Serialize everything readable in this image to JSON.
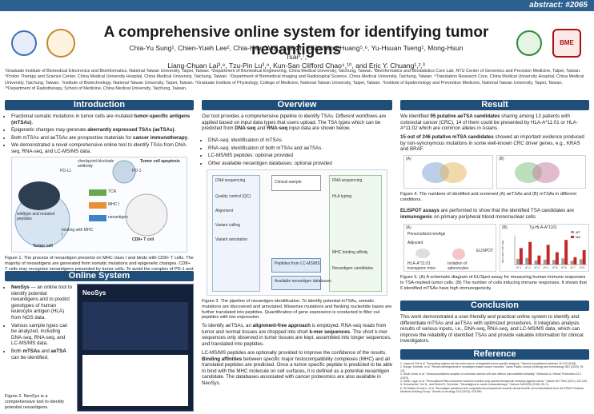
{
  "header": {
    "abstract_tag": "abstract: #2065",
    "title": "A comprehensive online system for identifying tumor neoantigens",
    "authors_line1": "Chia-Yu Sung¹, Chien-Yueh Lee², Chia-Hsin Wu³,⁴, Kevin Chih-Yang Huang⁵,⁶, Yu-Hsuan Tseng¹, Mong-Hsun Tsai³,⁷,",
    "authors_line2": "Liang-Chuan Lai³,⁸, Tzu-Pin Lu³,⁹, Kun-San Clifford Chao⁴,¹⁰, and Eric Y. Chuang¹,²,³",
    "affiliations": "¹Graduate Institute of Biomedical Electronics and Bioinformatics, National Taiwan University, Taipei, Taiwan. ²Department of Biomedical Engineering, China Medical University, Taichung, Taiwan. ³Bioinformatics and Biostatistics Core Lab, NTU Center of Genomics and Precision Medicine, Taipei, Taiwan. ⁴Proton Therapy and Science Center, China Medical University Hospital, China Medical University, Taichung, Taiwan. ⁵Department of Biomedical Imaging and Radiological Science, China Medical University, Taichung, Taiwan. ⁶Translation Research Core, China Medical University Hospital, China Medical University, Taichung, Taiwan. ⁷Institute of Biotechnology, National Taiwan University, Taipei, Taiwan. ⁸Graduate Institute of Physiology, College of Medicine, National Taiwan University, Taipei, Taiwan. ⁹Institute of Epidemiology and Preventive Medicine, National Taiwan University, Taipei, Taiwan. ¹⁰Department of Radiotherapy, School of Medicine, China Medical University, Taichung, Taiwan."
  },
  "logos": {
    "right2_text": "BME"
  },
  "intro": {
    "heading": "Introduction",
    "b1_pre": "Fractional somatic mutations in tumor cells are mutated ",
    "b1_bold": "tumor-specific antigens (mTSAs)",
    "b1_post": ".",
    "b2_pre": "Epigenetic changes may generate ",
    "b2_bold": "aberrantly expressed TSAs (aeTSAs)",
    "b2_post": ".",
    "b3_pre": "Both mTSAs and aeTSAs are prospective materials for ",
    "b3_bold": "cancer immunotherapy",
    "b3_post": ".",
    "b4": "We demonstrated a novel comprehensive online tool to identify TSAs from DNA-seq, RNA-seq, and LC-MS/MS data.",
    "fig_labels": [
      "PD-L1",
      "PD-1",
      "TCR",
      "MHC I",
      "neoantigen",
      "CD8+ T cell",
      "wildtype and mutated peptides",
      "binding with MHC I",
      "Tumor cell",
      "Tumor cell apoptosis",
      "checkpoint blockade antibody"
    ],
    "caption": "Figure 1. The process of neoantigen presents on MHC class I and binds with CD8+ T cells. The majority of neoantigens are generated from somatic mutations and epigenetic changes. CD8+ T cells may recognize neoantigens presented by tumor cells. To avoid the complex of PD-1 and PD-L1 inhibiting T cell-mediated immune responses against tumors, checkpoint blockade antibodies can be used to block inhibitory signals and boost the immune system."
  },
  "online": {
    "heading": "Online System",
    "b1_bold": "NeoSys",
    "b1_post": " — an online tool to identify potential neoantigens and to predict genotypes of human leukocyte antigen (HLA) from NGS data.",
    "b2": "Various sample types can be analyzed, including DNA-seq, RNA-seq, and LC-MS/MS data.",
    "b3_pre": "Both ",
    "b3_bold": "mTSAs",
    "b3_mid": " and ",
    "b3_bold2": "aeTSA",
    "b3_post": " can be identified.",
    "screenshot_logo": "NeoSys",
    "caption": "Figure 2. NeoSys is a comprehensive tool to identify potential neoantigens."
  },
  "overview": {
    "heading": "Overview",
    "p1_pre": "Our tool provides a comprehensive pipeline to identify TSAs. Different workflows are applied based on input data types that users upload. The TSA types which can be predicted from ",
    "p1_bold": "DNA-seq",
    "p1_mid": " and ",
    "p1_bold2": "RNA-seq",
    "p1_post": " input data are shown below.",
    "items": [
      "DNA-seq: identification of mTSAs",
      "RNA-seq: identification of both mTSAs and aeTSAs.",
      "LC-MS/MS peptides: optional provided",
      "Other available neoantigen databases: optional provided"
    ],
    "pipeline_labels": [
      "DNA sequencing",
      "Clinical sample",
      "RNA sequencing",
      "Quality control (QC)",
      "HLA typing",
      "Alignment",
      "Variant calling",
      "Variant annotation",
      "Peptides from LC-MS/MS",
      "Available neoantigen databases",
      "MHC binding affinity",
      "Neoantigen candidates"
    ],
    "caption": "Figure 3. The pipeline of neoantigen identification. To identify potential mTSAs, somatic mutations are discovered and annotated. Missense mutations and flanking nucleotide bases are further translated into peptides. Quantification of gene expression is conducted to filter out peptides with low expression.",
    "p2_pre": "To identify aeTSAs, an ",
    "p2_bold": "alignment-free approach",
    "p2_mid": " is employed. RNA-seq reads from tumor and normal tissues are chopped into short ",
    "p2_bold2": "k-mer sequences",
    "p2_post": ". The short k-mer sequences only observed in tumor tissues are kept, assembled into longer sequences, and translated into peptides.",
    "p3_pre": "LC-MS/MS peptides are optionally provided to improve the confidence of the results. ",
    "p3_bold": "Binding affinities",
    "p3_post": " between specific major histocompatibility complexes (MHC) and all translated peptides are predicted. Once a tumor-specific peptide is predicted to be able to bind with the MHC molecule on cell surfaces, it is defined as a potential neoantigen candidate. The databases associated with cancer proteomics are also available in NeoSys."
  },
  "result": {
    "heading": "Result",
    "p1_pre": "We identified ",
    "p1_bold": "95 putative aeTSA candidates",
    "p1_post": " sharing among 13 patients with colorectal cancer (CRC), 14 of them could be presented by HLA-A*11:01 or HLA-A*11:02 which are common alleles in Asians.",
    "p2_bold": "15 out of 246 putative mTSA candidates",
    "p2_post": " showed an important evidence produced by non-synonymous mutations in some well-known CRC driver genes, e.g., KRAS and BRAF.",
    "fig4_a": "(A)",
    "fig4_b": "(B)",
    "fig4_caption": "Figure 4. The numbers of identified and screened (A) aeTSAs and (B) mTSAs in different conditions.",
    "p3_bold": "ELISPOT assays",
    "p3_mid": " are performed to show that the identified TSA candidates are ",
    "p3_bold2": "immunogenic",
    "p3_post": " on primary peripheral blood mononuclear cells.",
    "fig5_a": "(A)",
    "fig5_b": "(B)",
    "fig5_labels": [
      "Personalized neoAgs",
      "Adjuvant",
      "HLA-A*11:01 transgenic mice",
      "Isolation of splenocytes",
      "ELISPOT",
      "Tg-HLA-A*1101",
      "WT",
      "Mut"
    ],
    "fig5_caption": "Figure 5. (A) A schematic diagram of ELISpot assay for measuring human immune responses to TSA-marked tumor cells. (B) The number of cells inducing immune responses. It shows that 6 identified mTSAs have high immunogenicity."
  },
  "conclusion": {
    "heading": "Conclusion",
    "text": "This work demonstrated a user-friendly and practical online system to identify and differentiate mTSAs and aeTSAs with optimized procedures. It integrates analysis results of various inputs, i.e., DNA-seq, RNA-seq, and LC-MS/MS data, which can improve the reliability of identified TSAs and provide valuable information for clinical investigators."
  },
  "reference": {
    "heading": "Reference",
    "items": [
      "1. Laumont CM et al. \"Noncoding regions are the main source of targetable tumor-specific antigens.\" Science translational medicine 10.470 (2018).",
      "2. Hodge, Kenneth, et al. \"Recent developments in neoantigen-based cancer vaccines.\" Asian Pacific Journal of Allergy and Immunology 38.2 (2020): 91-101.",
      "3. Dhatt, Anna, et al. \"Immunopeptidomic analysis of colorectal cancers with and without microsatellite instability.\" Molecular & Cellular Proteomics 22.2 (2023).",
      "4. Sahin, Ugur, et al. \"Personalized RNA mutanome vaccines mobilize poly-specific therapeutic immunity against cancer.\" Nature 547.7662 (2017): 222-226.",
      "5. Schumacher, Ton N., and Robert D. Schreiber. \"Neoantigens in cancer immunotherapy.\" Science 348.6230 (2015): 69-74.",
      "6. De Mattos-Arruda L, et al. \"Neoantigen prediction and computational perspectives towards clinical benefit: recommendations from the ESMO Precision Medicine Working Group.\" Annals of oncology 31.8 (2020): 978-990."
    ]
  },
  "chart_data": {
    "type": "bar",
    "categories": [
      "#7-1",
      "#7-2",
      "#7-3",
      "#7-4",
      "#7-5",
      "#7-6",
      "#7-7",
      "#7-8"
    ],
    "series": [
      {
        "name": "WT",
        "values": [
          14,
          16,
          10,
          12,
          11,
          15,
          9,
          13
        ]
      },
      {
        "name": "Mut",
        "values": [
          40,
          55,
          22,
          48,
          30,
          60,
          18,
          35
        ]
      }
    ],
    "ylabel": "IFN-γ SFU / 10⁵ cells",
    "legend": "top-right",
    "colors": {
      "WT": "#9e9e9e",
      "Mut": "#c62828"
    }
  },
  "colors": {
    "accent": "#1f4e79",
    "top_bar": "#2d5f8f"
  }
}
